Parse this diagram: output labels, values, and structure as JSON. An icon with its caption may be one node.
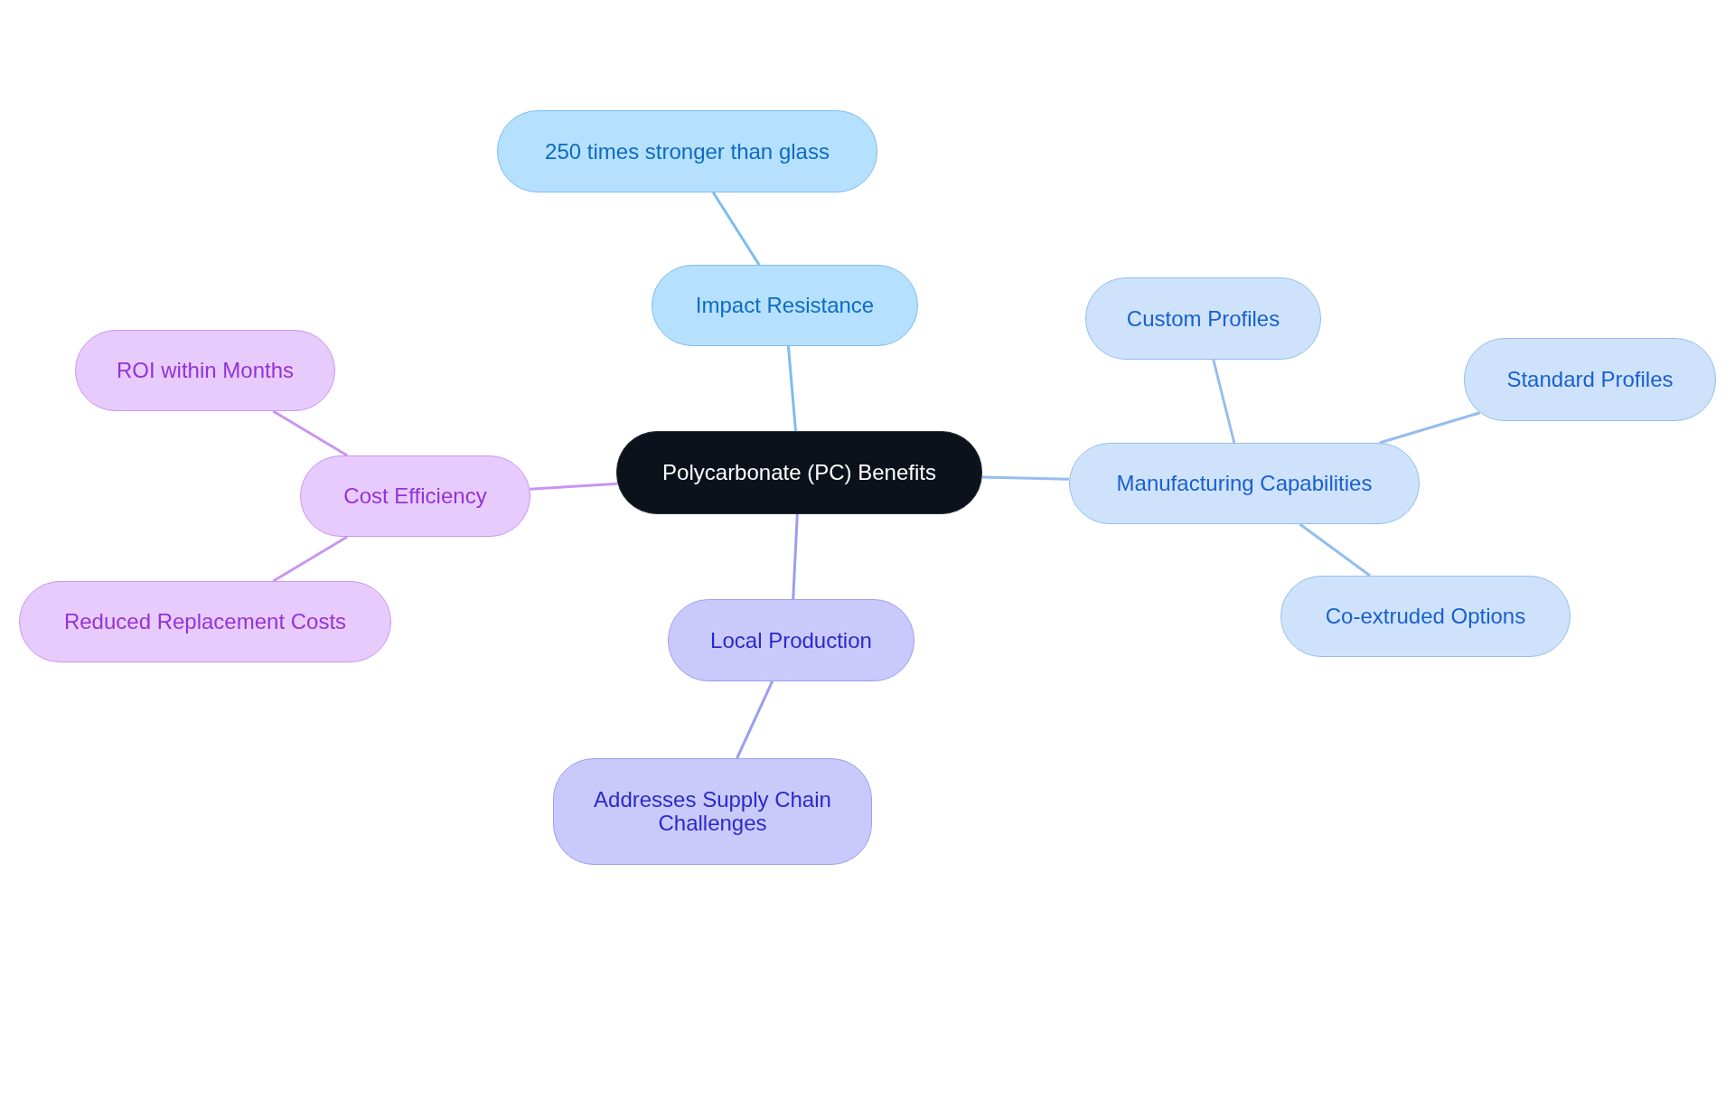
{
  "diagram": {
    "nodes": [
      {
        "text": [
          "Polycarbonate (PC) Benefits"
        ]
      },
      {
        "text": [
          "Impact Resistance"
        ]
      },
      {
        "text": [
          "250 times stronger than glass"
        ]
      },
      {
        "text": [
          "Manufacturing Capabilities"
        ]
      },
      {
        "text": [
          "Custom Profiles"
        ]
      },
      {
        "text": [
          "Standard Profiles"
        ]
      },
      {
        "text": [
          "Co-extruded Options"
        ]
      },
      {
        "text": [
          "Local Production"
        ]
      },
      {
        "text": [
          "Addresses Supply Chain Challenges"
        ]
      },
      {
        "text": [
          "Cost Efficiency"
        ]
      },
      {
        "text": [
          "ROI within Months"
        ]
      },
      {
        "text": [
          "Reduced Replacement Costs"
        ]
      }
    ],
    "edges": [
      {
        "from": 0,
        "to": 1,
        "arrow": "none",
        "color": "#7dbdf0"
      },
      {
        "from": 1,
        "to": 2,
        "arrow": "none",
        "color": "#7dbdf0"
      },
      {
        "from": 0,
        "to": 3,
        "arrow": "none",
        "color": "#94bdf0"
      },
      {
        "from": 3,
        "to": 4,
        "arrow": "none",
        "color": "#94bdf0"
      },
      {
        "from": 3,
        "to": 5,
        "arrow": "none",
        "color": "#94bdf0"
      },
      {
        "from": 3,
        "to": 6,
        "arrow": "none",
        "color": "#94bdf0"
      },
      {
        "from": 0,
        "to": 7,
        "arrow": "none",
        "color": "#9d9df2"
      },
      {
        "from": 7,
        "to": 8,
        "arrow": "none",
        "color": "#9d9df2"
      },
      {
        "from": 0,
        "to": 9,
        "arrow": "none",
        "color": "#c995f2"
      },
      {
        "from": 9,
        "to": 10,
        "arrow": "none",
        "color": "#c995f2"
      },
      {
        "from": 9,
        "to": 11,
        "arrow": "none",
        "color": "#c995f2"
      }
    ]
  }
}
